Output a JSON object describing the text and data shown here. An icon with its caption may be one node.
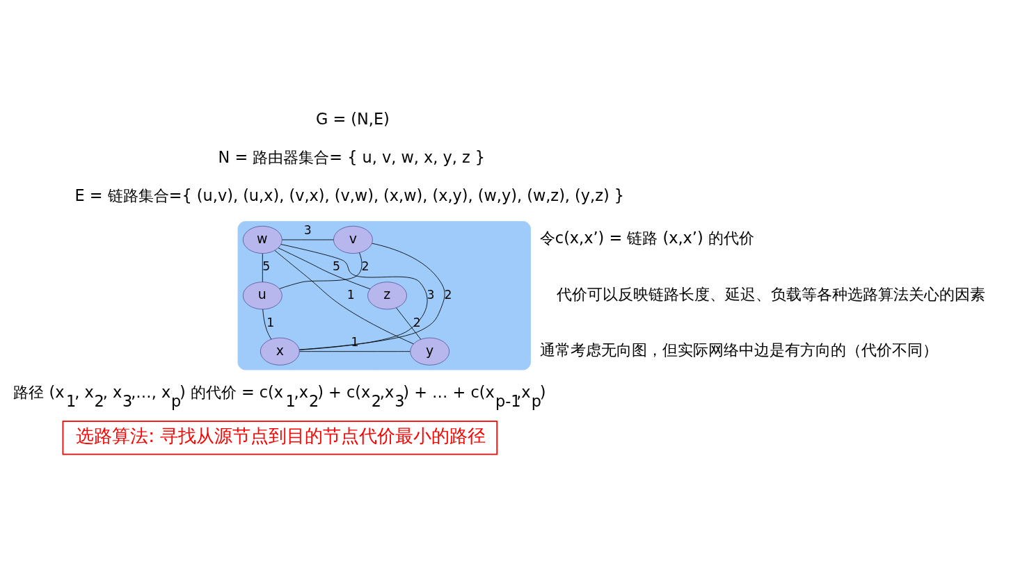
{
  "diagram": {
    "nodes": [
      {
        "text": [],
        "shape": "cloud"
      },
      {
        "text": [
          "u"
        ],
        "in": 0
      },
      {
        "text": [
          "v"
        ],
        "in": 0
      },
      {
        "text": [
          "w"
        ],
        "in": 0
      },
      {
        "text": [
          "x"
        ],
        "in": 0
      },
      {
        "text": [
          "y"
        ],
        "in": 0
      },
      {
        "text": [
          "z"
        ],
        "in": 0
      },
      {
        "text": [
          "选路算法: 寻找从源节点到目的节点代价最小的路径"
        ]
      }
    ],
    "edges": [
      {
        "from": 1,
        "to": 2,
        "arrow": "none",
        "label": "2"
      },
      {
        "from": 1,
        "to": 4,
        "arrow": "none",
        "label": "1"
      },
      {
        "from": 2,
        "to": 4,
        "arrow": "none",
        "label": "2"
      },
      {
        "from": 2,
        "to": 3,
        "arrow": "none",
        "label": "3"
      },
      {
        "from": 4,
        "to": 3,
        "arrow": "none",
        "label": "3"
      },
      {
        "from": 4,
        "to": 5,
        "arrow": "none",
        "label": "1"
      },
      {
        "from": 3,
        "to": 5,
        "arrow": "none",
        "label": "1"
      },
      {
        "from": 3,
        "to": 6,
        "arrow": "none",
        "label": "5"
      },
      {
        "from": 5,
        "to": 6,
        "arrow": "none",
        "label": "2"
      },
      {
        "from": 1,
        "to": 3,
        "arrow": "none",
        "label": "5"
      }
    ],
    "labels": [
      "G = (N,E)",
      "N = 路由器集合= { u, v, w, x, y, z }",
      "E = 链路集合={ (u,v), (u,x), (v,x), (v,w), (x,w), (x,y), (w,y), (w,z), (y,z) }",
      "令c(x,x’) = 链路 (x,x’) 的代价",
      "代价可以反映链路长度、延迟、负载等各种选路算法关心的因素",
      "通常考虑无向图，但实际网络中边是有方向的（代价不同）",
      "路径 (x$_{1}$, x$_{2}$, x$_{3}$,…, x$_{p}$) 的代价 = c(x$_{1}$,x$_{2}$) + c(x$_{2}$,x$_{3}$) + … + c(x$_{p-1}$,x$_{p}$)"
    ]
  }
}
